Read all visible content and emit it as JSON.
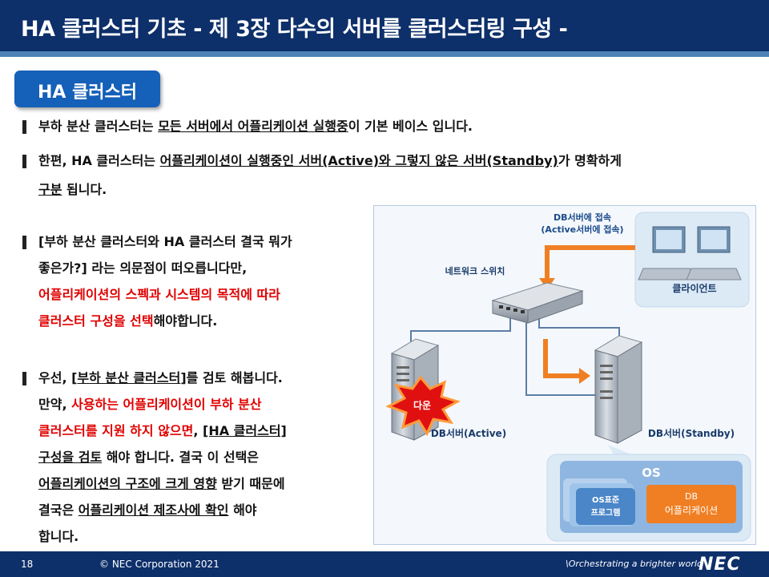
{
  "header": {
    "title": "HA 클러스터 기초   - 제 3장 다수의 서버를 클러스터링 구성 -"
  },
  "section": {
    "badge": "HA 클러스터"
  },
  "bullets": {
    "b1": {
      "a": "부하 분산 클러스터는 ",
      "b": "모든 서버에서 어플리케이션 실행중",
      "c": "이 기본 베이스 입니다."
    },
    "b2": {
      "a": "한편, HA 클러스터는 ",
      "b": "어플리케이션이 실행중인 서버(Active)와 그렇지 않은 서버(Standby)",
      "c": "가 명확하게",
      "d": "구분",
      "e": " 됩니다."
    },
    "b3": {
      "l1": "[부하 분산 클러스터와 HA 클러스터 결국 뭐가",
      "l2": "좋은가?] 라는 의문점이 떠오릅니다만,",
      "l3": "어플리케이션의 스펙과 시스템의 목적에 따라",
      "l4a": "클러스터 구성을 선택",
      "l4b": "해야합니다."
    },
    "b4": {
      "l1a": "우선, [",
      "l1b": "부하 분산 클러스터",
      "l1c": "]를 검토 해봅니다.",
      "l2a": "만약, ",
      "l2b": "사용하는 어플리케이션이 부하 분산",
      "l3a": "클러스터를 지원 하지 않으면",
      "l3b": ", ",
      "l3c": "[HA 클러스터]",
      "l4a": "구성을 검토",
      "l4b": " 해야 합니다. 결국 이 선택은",
      "l5a": "어플리케이션의 구조에 크게 영향",
      "l5b": " 받기 때문에",
      "l6a": "결국은 ",
      "l6b": "어플리케이션 제조사에 확인",
      "l6c": " 해야",
      "l7": "합니다."
    }
  },
  "diagram": {
    "access_label_1": "DB서버에 접속",
    "access_label_2": "(Active서버에 접속)",
    "switch_label": "네트워크 스위치",
    "client_label": "클라이언트",
    "down_label": "다운",
    "active_label": "DB서버(Active)",
    "standby_label": "DB서버(Standby)",
    "os_label": "OS",
    "os_std_1": "OS표준",
    "os_std_2": "프로그램",
    "db_app_1": "DB",
    "db_app_2": "어플리케이션"
  },
  "footer": {
    "page": "18",
    "copyright": "© NEC Corporation 2021",
    "tagline": "\\Orchestrating a brighter world",
    "logo": "NEC"
  },
  "colors": {
    "navy": "#0d2f6a",
    "accent_blue": "#1560b8",
    "emphasis_red": "#e00000",
    "arrow_orange": "#f07f23"
  }
}
